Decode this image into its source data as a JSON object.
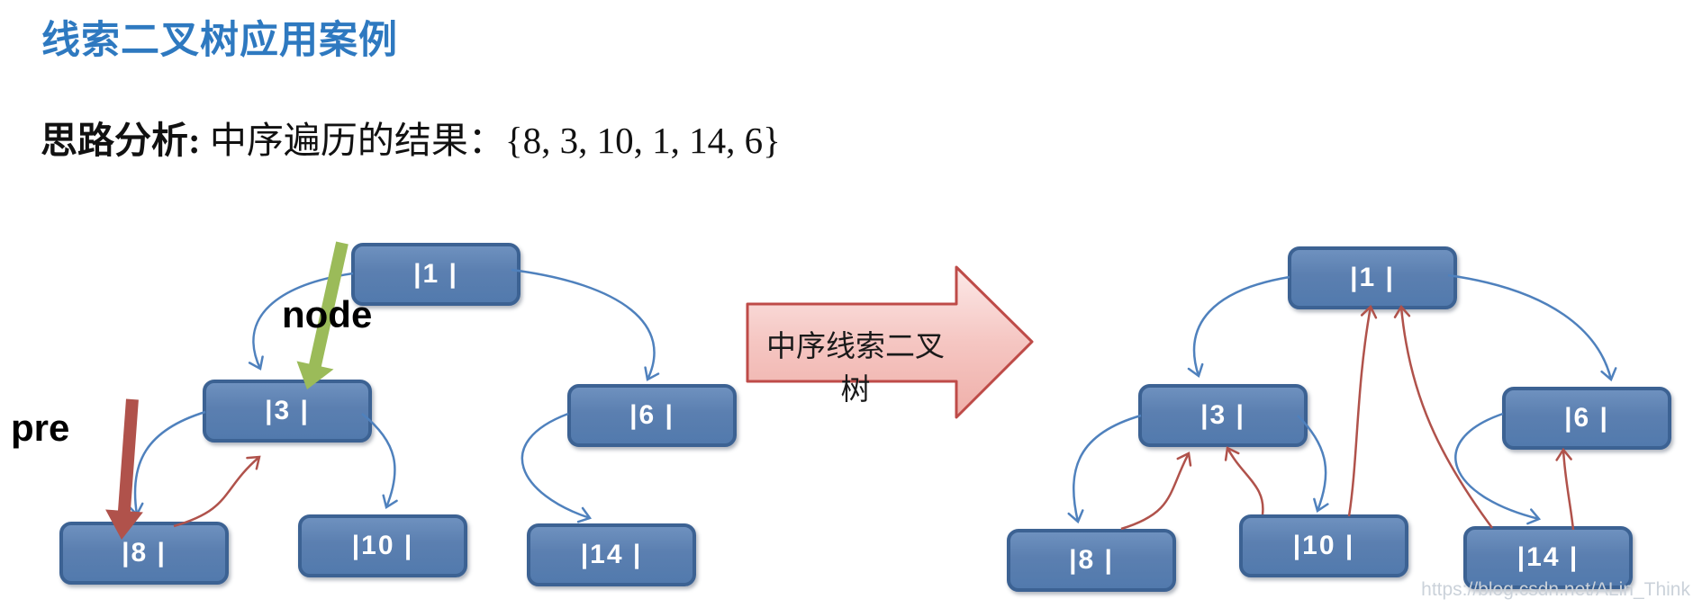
{
  "slide": {
    "title": "线索二叉树应用案例",
    "analysis": {
      "bold": "思路分析:",
      "rest": " 中序遍历的结果：{8, 3, 10, 1, 14, 6}"
    },
    "pointer_labels": {
      "node": "node",
      "pre": "pre"
    },
    "transform_arrow_label": "中序线索二叉树",
    "left_tree": {
      "n1": "|1 |",
      "n3": "|3 |",
      "n6": "|6 |",
      "n8": "|8 |",
      "n10": "|10 |",
      "n14": "|14 |"
    },
    "right_tree": {
      "n1": "|1 |",
      "n3": "|3 |",
      "n6": "|6 |",
      "n8": "|8 |",
      "n10": "|10 |",
      "n14": "|14 |"
    },
    "watermark": "https://blog.csdn.net/ALin_Think",
    "colors": {
      "title_blue": "#2E79C0",
      "node_fill": "#5B7FB0",
      "node_border": "#3C6293",
      "child_edge_blue": "#4F81BD",
      "thread_edge_red": "#B0524B",
      "node_pointer_green": "#9BBB59",
      "pre_pointer_red": "#B0524B",
      "transform_arrow_border": "#BE4B48",
      "transform_arrow_fill": "#F5C6C2"
    }
  }
}
